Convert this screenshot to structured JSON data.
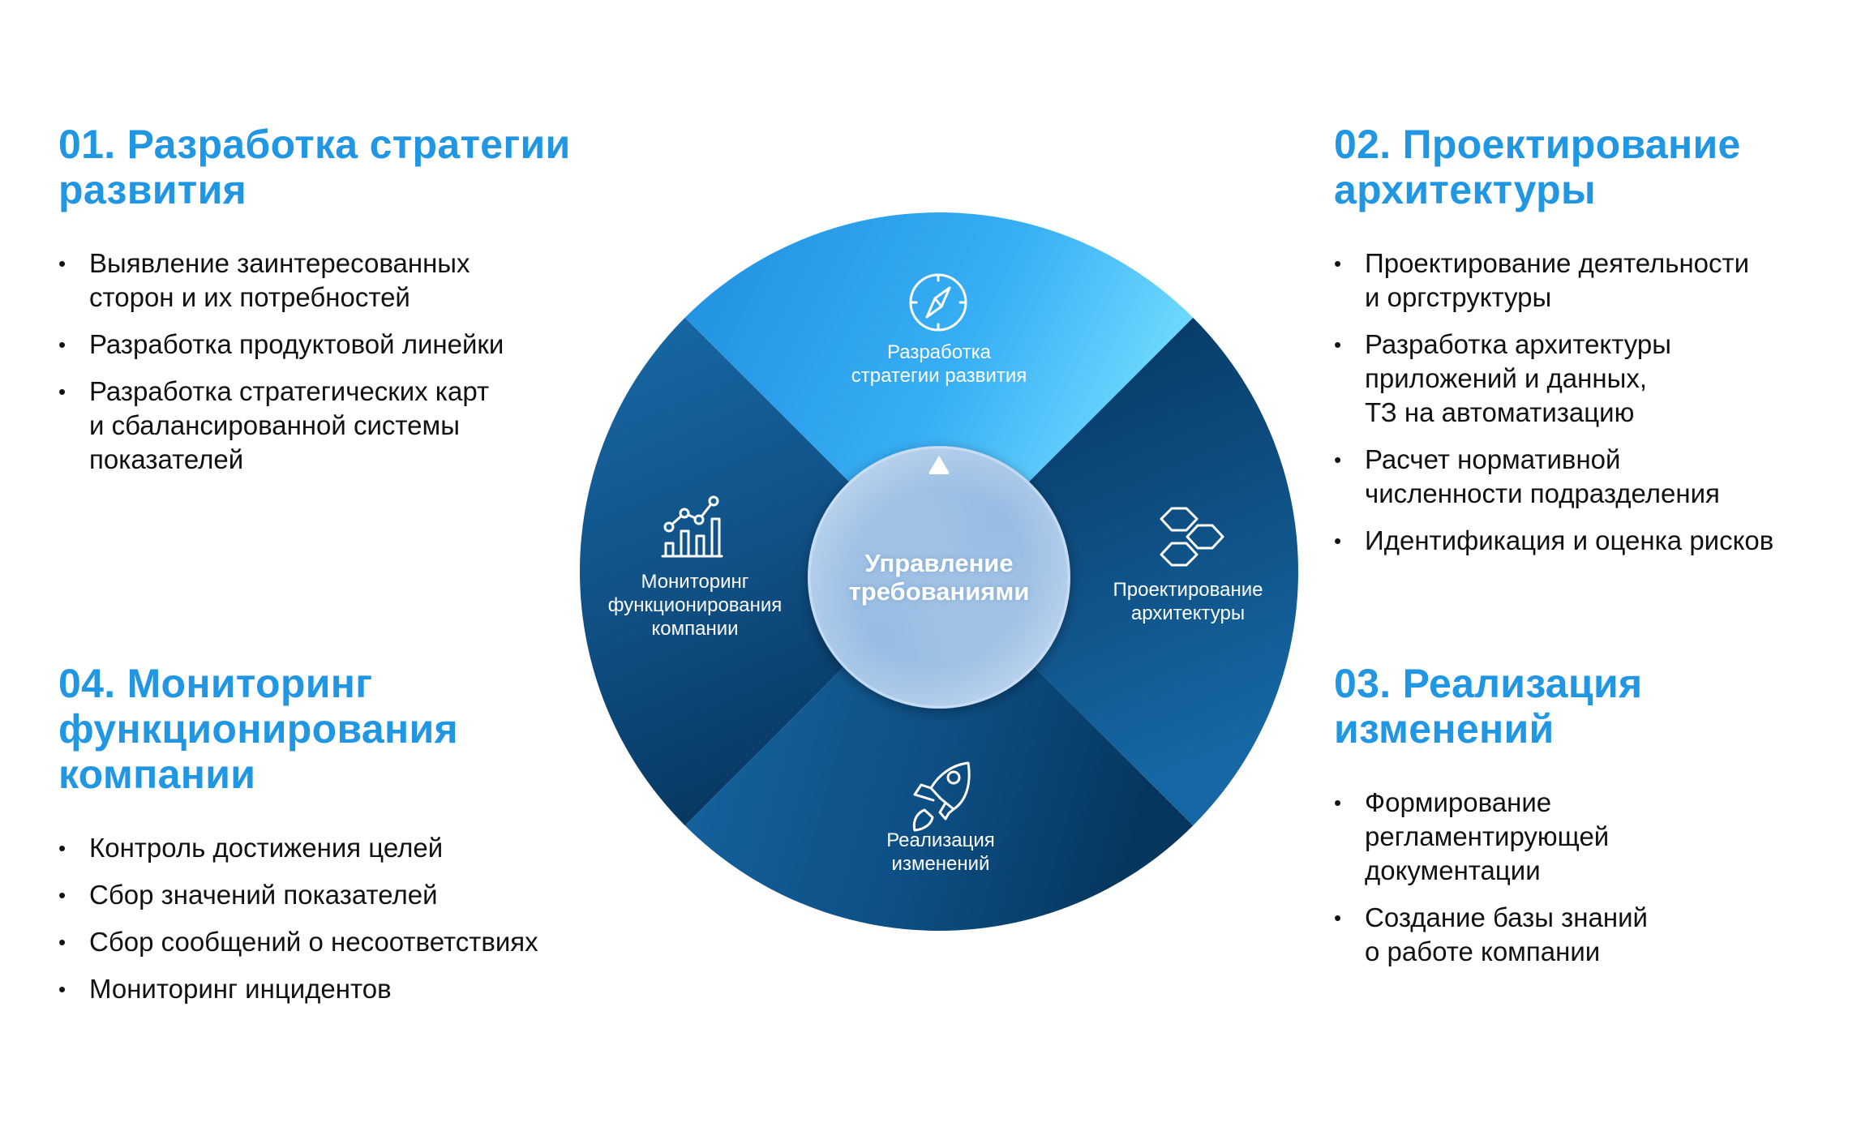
{
  "colors": {
    "heading": "#2196e3",
    "body_text": "#111111",
    "quadrant_top_from": "#2396e3",
    "quadrant_top_to": "#6fd8ff",
    "quadrant_dark": "#06345a",
    "quadrant_mid": "#15609b",
    "center_disc": "#a9c9e8"
  },
  "diagram": {
    "center": {
      "title": "Управление требованиями",
      "lines": [
        "Управление",
        "требованиями"
      ],
      "pointer_icon": "triangle-up-icon"
    },
    "quadrants": [
      {
        "id": "top",
        "lines": [
          "Разработка",
          "стратегии развития"
        ],
        "icon": "compass-icon"
      },
      {
        "id": "right",
        "lines": [
          "Проектирование",
          "архитектуры"
        ],
        "icon": "hexagons-icon"
      },
      {
        "id": "bottom",
        "lines": [
          "Реализация",
          "изменений"
        ],
        "icon": "rocket-icon"
      },
      {
        "id": "left",
        "lines": [
          "Мониторинг",
          "функционирования",
          "компании"
        ],
        "icon": "chart-growth-icon"
      }
    ]
  },
  "sections": [
    {
      "number": "01",
      "heading_lines": [
        "01. Разработка стратегии",
        "развития"
      ],
      "items": [
        {
          "lines": [
            "Выявление заинтересованных",
            "сторон и их потребностей"
          ]
        },
        {
          "lines": [
            "Разработка продуктовой линейки"
          ]
        },
        {
          "lines": [
            "Разработка стратегических карт",
            "и сбалансированной системы",
            "показателей"
          ]
        }
      ]
    },
    {
      "number": "02",
      "heading_lines": [
        "02. Проектирование",
        "архитектуры"
      ],
      "items": [
        {
          "lines": [
            "Проектирование деятельности",
            "и оргструктуры"
          ]
        },
        {
          "lines": [
            "Разработка архитектуры",
            "приложений и данных,",
            "ТЗ на автоматизацию"
          ]
        },
        {
          "lines": [
            "Расчет нормативной",
            "численности подразделения"
          ]
        },
        {
          "lines": [
            "Идентификация и оценка рисков"
          ]
        }
      ]
    },
    {
      "number": "03",
      "heading_lines": [
        "03. Реализация",
        "изменений"
      ],
      "items": [
        {
          "lines": [
            "Формирование",
            "регламентирующей",
            "документации"
          ]
        },
        {
          "lines": [
            "Создание базы знаний",
            "о работе компании"
          ]
        }
      ]
    },
    {
      "number": "04",
      "heading_lines": [
        "04. Мониторинг",
        "функционирования",
        "компании"
      ],
      "items": [
        {
          "lines": [
            "Контроль достижения целей"
          ]
        },
        {
          "lines": [
            "Сбор значений показателей"
          ]
        },
        {
          "lines": [
            "Сбор сообщений о несоответствиях"
          ]
        },
        {
          "lines": [
            "Мониторинг инцидентов"
          ]
        }
      ]
    }
  ]
}
